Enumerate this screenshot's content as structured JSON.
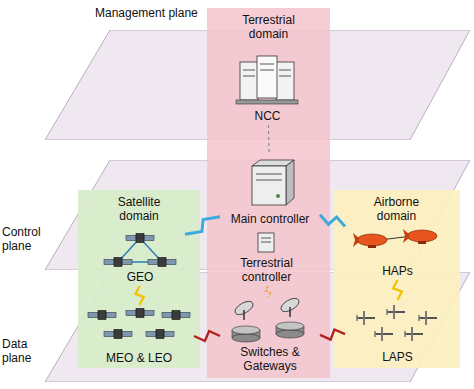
{
  "diagram": {
    "nodes": [
      {
        "text": [
          "Management plane"
        ]
      },
      {
        "text": [
          "Control plane"
        ]
      },
      {
        "text": [
          "Data plane"
        ]
      },
      {
        "text": [
          "Terrestrial domain"
        ]
      },
      {
        "text": [
          "NCC"
        ],
        "in": 3
      },
      {
        "text": [
          "Main controller"
        ],
        "in": 3
      },
      {
        "text": [
          "Terrestrial controller"
        ],
        "in": 3
      },
      {
        "text": [
          "Switches & Gateways"
        ],
        "in": 3
      },
      {
        "text": [
          "Satellite domain"
        ]
      },
      {
        "text": [
          "GEO"
        ],
        "in": 8
      },
      {
        "text": [
          "MEO & LEO"
        ],
        "in": 8
      },
      {
        "text": [
          "Airborne domain"
        ]
      },
      {
        "text": [
          "HAPs"
        ],
        "in": 11
      },
      {
        "text": [
          "LAPS"
        ],
        "in": 11
      }
    ],
    "edges": [
      {
        "from": 4,
        "to": 5,
        "arrow": "none"
      },
      {
        "from": 5,
        "to": 9,
        "arrow": "none"
      },
      {
        "from": 5,
        "to": 12,
        "arrow": "none"
      },
      {
        "from": 6,
        "to": 7,
        "arrow": "none"
      },
      {
        "from": 9,
        "to": 10,
        "arrow": "none"
      },
      {
        "from": 7,
        "to": 10,
        "arrow": "none"
      },
      {
        "from": 7,
        "to": 13,
        "arrow": "none"
      },
      {
        "from": 12,
        "to": 13,
        "arrow": "none"
      }
    ]
  }
}
